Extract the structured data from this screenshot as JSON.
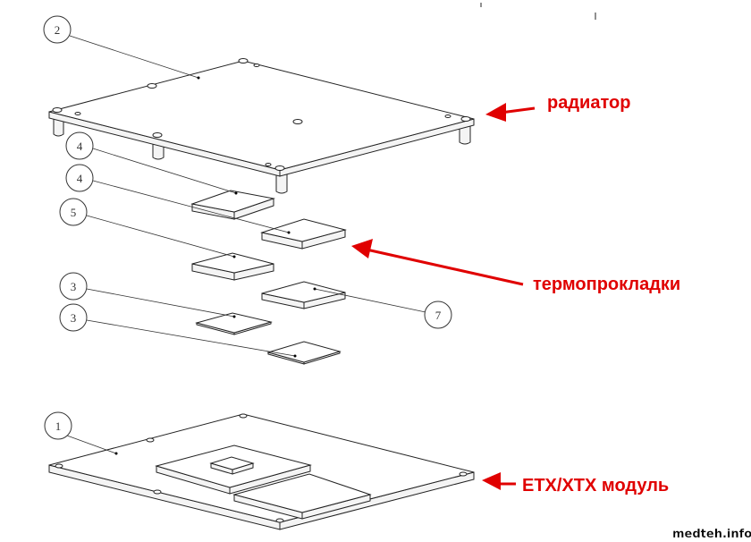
{
  "labels": {
    "heatsink": "радиатор",
    "thermal_pads": "термопрокладки",
    "module": "ETX/XTX модуль"
  },
  "callouts": {
    "heatsink": "2",
    "pad_a": "4",
    "pad_b": "4",
    "pad_c": "5",
    "pad_d": "3",
    "pad_e": "3",
    "pad_f": "7",
    "module": "1"
  },
  "watermark": "medteh.info",
  "colors": {
    "accent": "#e00000",
    "line": "#222222"
  }
}
